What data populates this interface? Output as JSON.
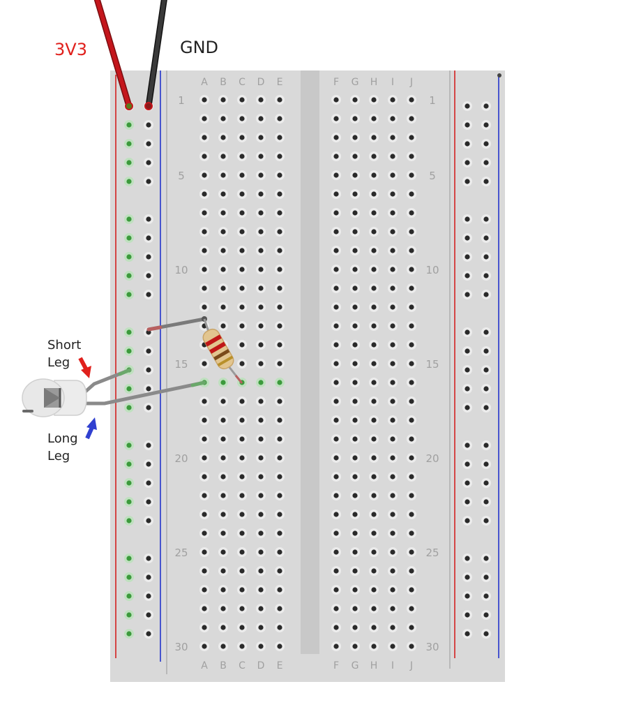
{
  "labels": {
    "power": "3V3",
    "ground": "GND",
    "short_leg_line1": "Short",
    "short_leg_line2": "Leg",
    "long_leg_line1": "Long",
    "long_leg_line2": "Leg"
  },
  "columns_left": [
    "A",
    "B",
    "C",
    "D",
    "E"
  ],
  "columns_right": [
    "F",
    "G",
    "H",
    "I",
    "J"
  ],
  "row_labels": [
    "1",
    "5",
    "10",
    "15",
    "20",
    "25",
    "30"
  ],
  "colors": {
    "board": "#d9d9d9",
    "channel": "#c8c8c8",
    "power_rail": "#d21f1f",
    "ground_rail": "#2233cc",
    "power_wire": "#c4161c",
    "ground_wire": "#2a2a2a",
    "short_arrow": "#e0201c",
    "long_arrow": "#3040d0",
    "label_power": "#e0201c",
    "label_grey": "#a0a0a0",
    "highlight": "#3c9a3c"
  }
}
